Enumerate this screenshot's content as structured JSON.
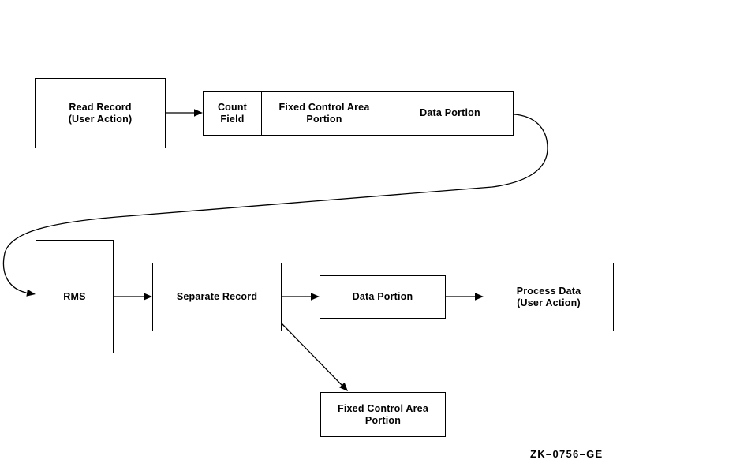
{
  "figure": {
    "caption": "ZK–0756–GE",
    "boxes": {
      "read_record": "Read Record\n(User Action)",
      "count_field": "Count\nField",
      "fixed_control_area_top": "Fixed Control Area\nPortion",
      "data_portion_top": "Data Portion",
      "rms": "RMS",
      "separate_record": "Separate Record",
      "data_portion_bottom": "Data Portion",
      "process_data": "Process Data\n(User Action)",
      "fixed_control_area_bottom": "Fixed Control Area\nPortion"
    },
    "edges": [
      "Read Record (User Action) -> record (Count Field | Fixed Control Area Portion | Data Portion)",
      "record -> RMS (curved connector)",
      "RMS -> Separate Record",
      "Separate Record -> Data Portion",
      "Data Portion -> Process Data (User Action)",
      "Separate Record -> Fixed Control Area Portion (diagonal)"
    ],
    "colors": {
      "line": "#000000",
      "background": "#ffffff"
    }
  }
}
